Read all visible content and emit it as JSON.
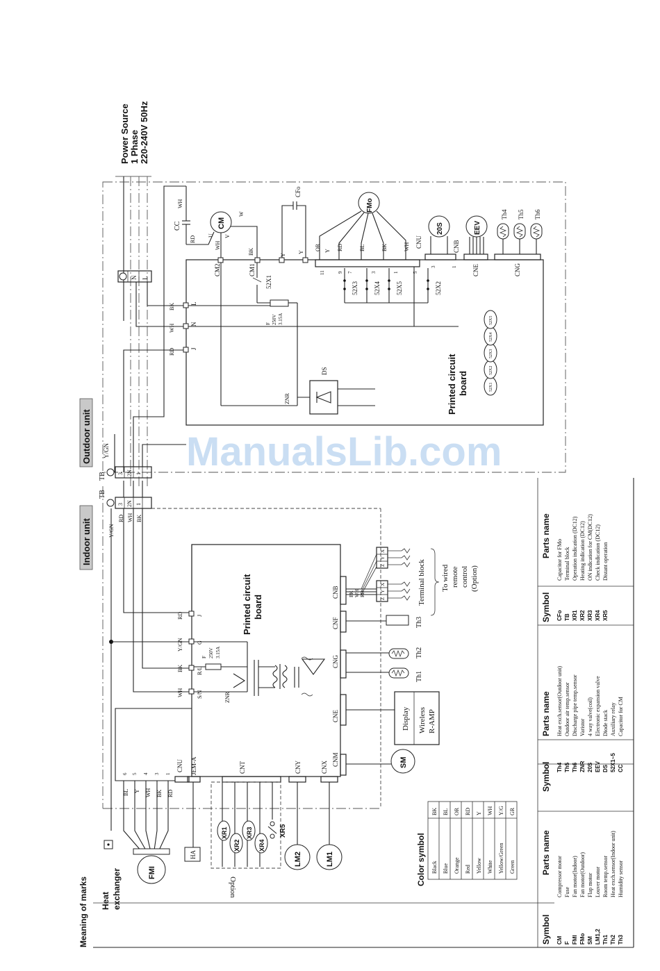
{
  "power_source": [
    "Power Source",
    "1 Phase",
    "220-240V 50Hz"
  ],
  "units": {
    "outdoor": "Outdoor unit",
    "indoor": "Indoor unit"
  },
  "watermark": "ManualsLib.com",
  "heat_exchanger": [
    "Heat",
    "exchanger"
  ],
  "pcb_outdoor": [
    "Printed circuit",
    "board"
  ],
  "pcb_indoor": [
    "Printed circuit",
    "board"
  ],
  "outdoor": {
    "cc": "CC",
    "cf": "CFo",
    "cm": "CM",
    "fm": "FMo",
    "s20": "20S",
    "eev": "EEV",
    "th": [
      "Th4",
      "Th5",
      "Th6"
    ],
    "terminals": [
      "CM2",
      "CM1",
      "CNU",
      "CNB",
      "CNE",
      "CNG"
    ],
    "relays": [
      "52X1",
      "52X3",
      "52X4",
      "52X5",
      "52X2"
    ],
    "relay_symbols": [
      "52X1",
      "52X2",
      "52X3",
      "52X4",
      "52X5"
    ],
    "fuse": [
      "F",
      "250V",
      "3.15A"
    ],
    "ds": "DS",
    "znr": "ZNR",
    "pins": [
      "L",
      "N",
      "J"
    ],
    "tb_pins": [
      "N",
      "L"
    ],
    "wires": [
      "WH",
      "RD",
      "BK",
      "Y",
      "OR",
      "BL",
      "U",
      "V",
      "W"
    ],
    "pin_numbers": [
      "11",
      "9",
      "7",
      "3",
      "1",
      "5",
      "3",
      "1"
    ]
  },
  "tb_outdoor": {
    "label": "TB",
    "pins": [
      "Y/GN",
      "3",
      "2N",
      "1"
    ]
  },
  "tb_indoor": {
    "label": "TB",
    "pins": [
      "3",
      "2N",
      "1"
    ]
  },
  "indoor_wires": [
    "Y/GN",
    "RD",
    "WH",
    "BK"
  ],
  "indoor": {
    "connectors": [
      "CNU",
      "JEM-A",
      "CNT",
      "CNY",
      "CNX",
      "CNM",
      "CNE",
      "CNG",
      "CNF",
      "CNB"
    ],
    "cnu_pins": [
      "6",
      "5",
      "4",
      "3",
      "1"
    ],
    "fm_wires": [
      "BL",
      "Y",
      "WH",
      "BK",
      "RD"
    ],
    "pins": [
      "S/N",
      "R/L",
      "G",
      "J"
    ],
    "pin_wires": [
      "WH",
      "BK",
      "Y/GN",
      "RD"
    ],
    "fuse": [
      "F",
      "250V",
      "3.15A"
    ],
    "znr": "ZNR",
    "fm": "FMI",
    "ha": "HA",
    "xr": [
      "XR1",
      "XR2",
      "XR3",
      "XR4",
      "XR5"
    ],
    "option": "Option",
    "lm": [
      "LM2",
      "LM1"
    ],
    "sm": "SM",
    "display": [
      "Display",
      "Wireless",
      "R-AMP"
    ],
    "th": [
      "Th1",
      "Th2",
      "Th3"
    ],
    "remote": [
      "To wired",
      "remote",
      "control",
      "(Option)"
    ],
    "terminal_block": "Terminal block",
    "xyz": [
      "X",
      "Y",
      "Z"
    ],
    "cnb_wires": [
      "BK",
      "WH",
      "RD"
    ]
  },
  "color_symbol": {
    "title": "Color symbol",
    "rows": [
      [
        "BK",
        "Black"
      ],
      [
        "BL",
        "Blue"
      ],
      [
        "OR",
        "Orange"
      ],
      [
        "RD",
        "Red"
      ],
      [
        "Y",
        "Yellow"
      ],
      [
        "WH",
        "White"
      ],
      [
        "Y/G",
        "Yellow/Green"
      ],
      [
        "GR",
        "Green"
      ]
    ]
  },
  "marks": {
    "title": "Meaning of marks",
    "headers": [
      "Symbol",
      "Parts name"
    ],
    "col1": [
      [
        "CM",
        "Compressor motor"
      ],
      [
        "F",
        "Fuse"
      ],
      [
        "FMI",
        "Fan motor(Indoor)"
      ],
      [
        "FMo",
        "Fan motor(Outdoor)"
      ],
      [
        "SM",
        "Flap motor"
      ],
      [
        "LM1,2",
        "Louver motor"
      ],
      [
        "Th1",
        "Room temp.sensor"
      ],
      [
        "Th2",
        "Heat exch.sensor(Indoor unit)"
      ],
      [
        "Th3",
        "Humidity sensor"
      ]
    ],
    "col2": [
      [
        "Th4",
        "Heat exch.sensor(Outdoor unit)"
      ],
      [
        "Th5",
        "Outdoor air temp.sensor"
      ],
      [
        "Th6",
        "Discharge pipe temp.sensor"
      ],
      [
        "ZNR",
        "Varistor"
      ],
      [
        "20S",
        "4 way valve(coil)"
      ],
      [
        "EEV",
        "Electronic expansion valve"
      ],
      [
        "DS",
        "Diode stack"
      ],
      [
        "52X1~5",
        "Auxiliary relay"
      ],
      [
        "CC",
        "Capacitor for CM"
      ]
    ],
    "col3": [
      [
        "CFo",
        "Capacitor for FMo"
      ],
      [
        "TB",
        "Terminal block"
      ],
      [
        "XR1",
        "Operation indication (DC12)"
      ],
      [
        "XR2",
        "Heating indication (DC12)"
      ],
      [
        "XR3",
        "ON indication for CM(DC12)"
      ],
      [
        "XR4",
        "Check indication (DC12)"
      ],
      [
        "XR5",
        "Distant operation"
      ]
    ]
  }
}
